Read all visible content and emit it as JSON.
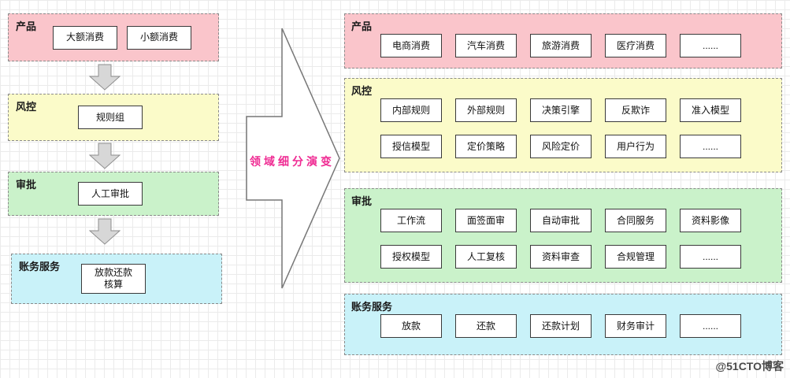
{
  "arrow_label": "领域细分演变",
  "watermark": "@51CTO博客",
  "colors": {
    "product": "#fac5cb",
    "risk": "#fbfbc9",
    "approval": "#caf2ca",
    "accounting": "#c9f2f9",
    "arrow_label": "#ef2b93",
    "box_border": "#3a3a3a",
    "section_border": "#8a8a8a"
  },
  "left": {
    "sections": [
      {
        "title": "产品",
        "items": [
          "大额消费",
          "小额消费"
        ]
      },
      {
        "title": "风控",
        "items": [
          "规则组"
        ]
      },
      {
        "title": "审批",
        "items": [
          "人工审批"
        ]
      },
      {
        "title": "账务服务",
        "items": [
          "放款还款\n核算"
        ]
      }
    ]
  },
  "right": {
    "sections": [
      {
        "title": "产品",
        "rows": [
          [
            "电商消费",
            "汽车消费",
            "旅游消费",
            "医疗消费",
            "......"
          ]
        ]
      },
      {
        "title": "风控",
        "rows": [
          [
            "内部规则",
            "外部规则",
            "决策引擎",
            "反欺诈",
            "准入模型"
          ],
          [
            "授信模型",
            "定价策略",
            "风险定价",
            "用户行为",
            "......"
          ]
        ]
      },
      {
        "title": "审批",
        "rows": [
          [
            "工作流",
            "面签面审",
            "自动审批",
            "合同服务",
            "资料影像"
          ],
          [
            "授权模型",
            "人工复核",
            "资料审查",
            "合规管理",
            "......"
          ]
        ]
      },
      {
        "title": "账务服务",
        "rows": [
          [
            "放款",
            "还款",
            "还款计划",
            "财务审计",
            "......"
          ]
        ]
      }
    ]
  }
}
